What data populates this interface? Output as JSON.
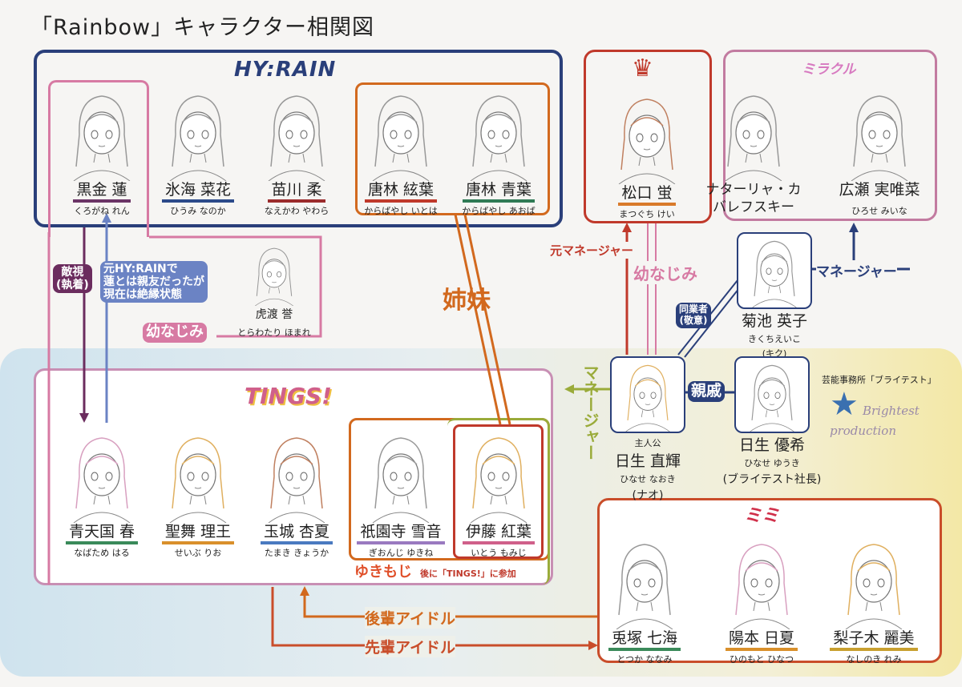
{
  "title": "「Rainbow」キャラクター相関図",
  "groups": {
    "hyrain_logo": "HY:RAIN",
    "tings_logo": "TINGS!",
    "bottom_logo": "ミミ",
    "top_right_logo": "ミラクル",
    "agency_label": "芸能事務所「ブライテスト」",
    "agency_logo": "Brightest production"
  },
  "characters": [
    {
      "id": "ren",
      "name": "黒金 蓮",
      "reading": "くろがね れん",
      "color": "#6b3466"
    },
    {
      "id": "nanoka",
      "name": "氷海 菜花",
      "reading": "ひうみ なのか",
      "color": "#2c4a8a"
    },
    {
      "id": "yawara",
      "name": "苗川 柔",
      "reading": "なえかわ やわら",
      "color": "#9b2c2c"
    },
    {
      "id": "itoha",
      "name": "唐林 絃葉",
      "reading": "からばやし いとは",
      "color": "#c0392b"
    },
    {
      "id": "aoba",
      "name": "唐林 青葉",
      "reading": "からばやし あおば",
      "color": "#2f7a55"
    },
    {
      "id": "kei",
      "name": "松口 蛍",
      "reading": "まつぐち けい",
      "color": "#d97a2b"
    },
    {
      "id": "natalya",
      "name": "ナターリャ・カバレフスキー",
      "reading": "",
      "color": "transparent"
    },
    {
      "id": "miina",
      "name": "広瀬 実唯菜",
      "reading": "ひろせ みいな",
      "color": "transparent"
    },
    {
      "id": "homare",
      "name": "虎渡 誉",
      "reading": "とらわたり ほまれ",
      "color": "transparent"
    },
    {
      "id": "eiko",
      "name": "菊池 英子",
      "reading": "きくちえいこ",
      "nickname": "(キク)",
      "color": "transparent"
    },
    {
      "id": "naoki",
      "role": "主人公",
      "name": "日生 直輝",
      "reading": "ひなせ なおき",
      "nickname": "(ナオ)",
      "color": "transparent"
    },
    {
      "id": "yuki",
      "name": "日生 優希",
      "reading": "ひなせ ゆうき",
      "nickname": "(ブライテスト社長)",
      "color": "transparent"
    },
    {
      "id": "haru",
      "name": "青天国 春",
      "reading": "なばため はる",
      "color": "#3a8a5a"
    },
    {
      "id": "rio",
      "name": "聖舞 理王",
      "reading": "せいぶ りお",
      "color": "#d9902b"
    },
    {
      "id": "kyouka",
      "name": "玉城 杏夏",
      "reading": "たまき きょうか",
      "color": "#4a7ac0"
    },
    {
      "id": "yukine",
      "name": "祇園寺 雪音",
      "reading": "ぎおんじ ゆきね",
      "color": "#9a7ac0"
    },
    {
      "id": "momiji",
      "name": "伊藤 紅葉",
      "reading": "いとう もみじ",
      "color": "#d0608a"
    },
    {
      "id": "nanami",
      "name": "兎塚 七海",
      "reading": "とつか ななみ",
      "color": "#3a8a5a"
    },
    {
      "id": "hinatsu",
      "name": "陽本 日夏",
      "reading": "ひのもと ひなつ",
      "color": "#d9902b"
    },
    {
      "id": "remi",
      "name": "梨子木 麗美",
      "reading": "なしのき れみ",
      "color": "#c8a030"
    }
  ],
  "relations": {
    "hostility": "敵視\n(執着)",
    "former_friend": "元HY:RAINで\n蓮とは親友だったが\n現在は絶縁状態",
    "childhood_friend_1": "幼なじみ",
    "sisters": "姉妹",
    "former_manager": "元マネージャー",
    "childhood_friend_2": "幼なじみ",
    "manager_top": "マネージャー",
    "colleague": "同業者\n(敬意)",
    "relative": "親戚",
    "manager_vertical": "マネージャー",
    "yukimoji": "ゆきもじ",
    "yukimoji_note": "後に「TINGS!」に参加",
    "junior_idol": "後輩アイドル",
    "senior_idol": "先輩アイドル"
  },
  "colors": {
    "navy": "#2a3f7a",
    "pink": "#d77aa3",
    "orange": "#d2691e",
    "red": "#c0392b",
    "green": "#9aab3a",
    "purple": "#6b2c5e",
    "blue": "#6b83c4"
  }
}
